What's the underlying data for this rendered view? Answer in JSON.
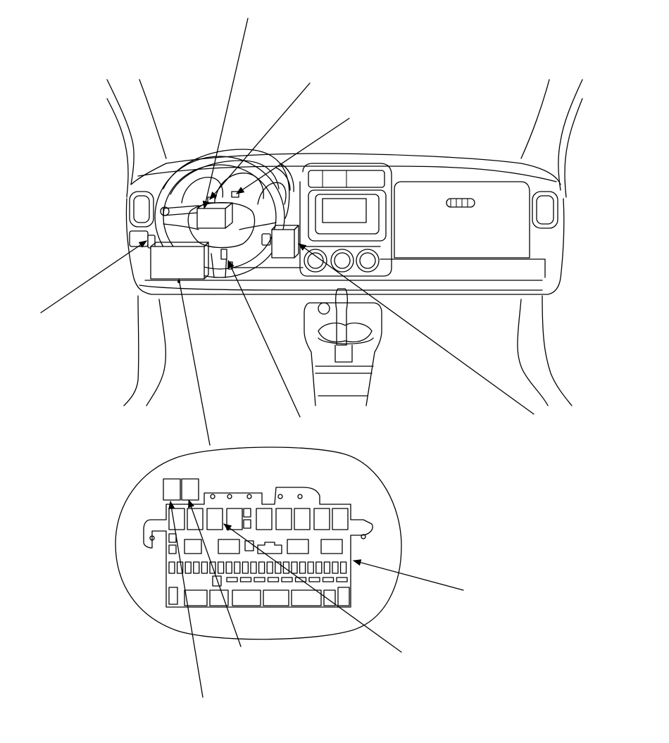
{
  "diagram": {
    "type": "component-location-illustration",
    "callouts": [
      {
        "id": "dash-upper-left-1"
      },
      {
        "id": "dash-upper-left-2"
      },
      {
        "id": "dash-upper-center"
      },
      {
        "id": "dash-left-side"
      },
      {
        "id": "dash-lower-center"
      },
      {
        "id": "dash-lower-right"
      },
      {
        "id": "fuse-box-right"
      },
      {
        "id": "fuse-box-lower-center"
      },
      {
        "id": "fuse-box-lower-left-1"
      },
      {
        "id": "fuse-box-lower-left-2"
      }
    ]
  },
  "colors": {
    "ink": "#000000",
    "paper": "#ffffff"
  }
}
